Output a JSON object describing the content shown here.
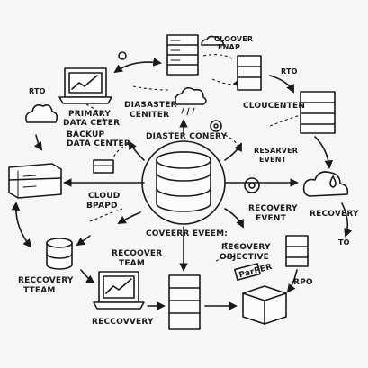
{
  "labels": {
    "cloover_enap": [
      "CLOOVER",
      "ENAP"
    ],
    "rto_left": "RTO",
    "rto_right": "RTO",
    "primary_dc": [
      "PRIMARY",
      "DATA CETER"
    ],
    "disaster_center": [
      "DIASASTER",
      "CENITER"
    ],
    "cloucenten": "CLOUCENTEN",
    "backup_dc": [
      "BACKUP",
      "DATA CENTER"
    ],
    "diaster_conery": "DIASTER CONERY",
    "reserver_event": [
      "RESARVER",
      "EVENT"
    ],
    "cloud_bpapd": [
      "CLOUD",
      "BPAPD"
    ],
    "recovery_event": [
      "RECOVERY",
      "EVENT"
    ],
    "recovery_right": "RECOVERY",
    "coveerr_evenm": "COVEERR EVEEM:",
    "recovery_objective": [
      "RECOVERY",
      "OBJECTIVE"
    ],
    "to_right": "TO",
    "recover_team": [
      "RECOOVER",
      "TEAM"
    ],
    "reccovery_team": [
      "RECCOVERY",
      "TTEAM"
    ],
    "rpo": "RPO",
    "recovvery": "RECCOVVERY",
    "paper_note": "ParPER"
  }
}
